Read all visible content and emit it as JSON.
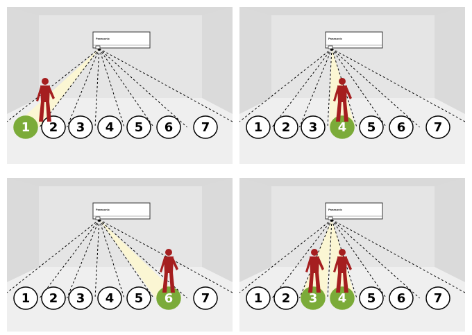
{
  "brand": "Panasonic",
  "colors": {
    "wall_back": "#e5e5e5",
    "wall_side": "#d9d9d9",
    "floor": "#efefef",
    "beam_fill": "#fbf6d3",
    "active_zone": "#7bab39",
    "person": "#a51e1f"
  },
  "zones": [
    "1",
    "2",
    "3",
    "4",
    "5",
    "6",
    "7"
  ],
  "panels": [
    {
      "id": "top-left",
      "active_zones": [
        1
      ],
      "people": [
        1
      ]
    },
    {
      "id": "top-right",
      "active_zones": [
        4
      ],
      "people": [
        4
      ]
    },
    {
      "id": "bottom-left",
      "active_zones": [
        6
      ],
      "people": [
        6
      ]
    },
    {
      "id": "bottom-right",
      "active_zones": [
        3,
        4
      ],
      "people": [
        3,
        4
      ]
    }
  ]
}
